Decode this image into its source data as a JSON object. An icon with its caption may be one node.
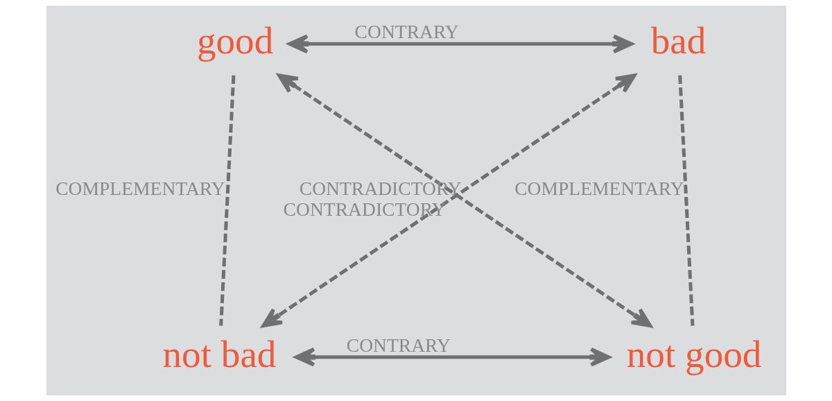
{
  "diagram": {
    "nodes": [
      {
        "text": [
          "good"
        ]
      },
      {
        "text": [
          "bad"
        ]
      },
      {
        "text": [
          "not bad"
        ]
      },
      {
        "text": [
          "not good"
        ]
      }
    ],
    "edges": [
      {
        "from": 0,
        "to": 1,
        "arrow": "both",
        "label": "CONTRARY"
      },
      {
        "from": 0,
        "to": 3,
        "arrow": "both",
        "label": "CONTRADICTORY",
        "style": "dashed"
      },
      {
        "from": 1,
        "to": 2,
        "arrow": "both",
        "label": "CONTRADICTORY",
        "style": "dashed"
      },
      {
        "from": 0,
        "to": 2,
        "arrow": "none",
        "label": "COMPLEMENTARY",
        "style": "dashed"
      },
      {
        "from": 1,
        "to": 3,
        "arrow": "none",
        "label": "COMPLEMENTARY",
        "style": "dashed"
      },
      {
        "from": 2,
        "to": 3,
        "arrow": "both",
        "label": "CONTRARY"
      }
    ]
  }
}
